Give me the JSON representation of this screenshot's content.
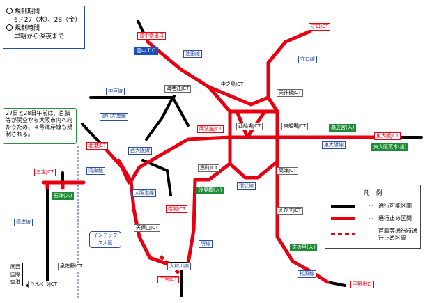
{
  "info": {
    "period_title": "規制期間",
    "period_dates": "6／27（木）、28（金）",
    "time_title": "規制時間",
    "time_value": "早朝から深夜まで"
  },
  "note": "27日と28日午前は、首脳等が関空から大阪市内へ向かうため、４号湾岸線も規制される。",
  "labels": {
    "toyonaka_exit": "豊中南出口",
    "toyonaka_ic": "豊中ＩＣ",
    "ikeda": "池田線",
    "moriguchi_jct": "守口JCT",
    "moriguchi": "守口線",
    "kobe": "神戸線",
    "tsumura_jct": "海老江JCT",
    "nakanoshima_jct": "中之島JCT",
    "tenjinbashi_jct": "天神橋JCT",
    "yodogawa": "淀川左岸線",
    "awaza_jct": "阿波座JCT",
    "nishisenba_jct": "西船場JCT",
    "higashisenba_jct": "東船場JCT",
    "morinomiya": "森之宮(入)",
    "higashiosaka_jct": "東大阪JCT",
    "higashiosaka_line": "東大阪線",
    "higashiosaka_arakimoto": "東大阪荒本(出)",
    "kitatsumori_jct": "北港JCT",
    "nishiosaka": "西大阪線",
    "wangan": "湾岸線",
    "minatomachi_jct": "湊町JCT",
    "shiomibashi": "汐見橋(入)",
    "kanjo": "環状線",
    "koraibashi_jct": "高津JCT",
    "hakusen": "大阪港線",
    "tempozan_jct": "天保山JCT",
    "namba_jct": "南開JCT",
    "sakai": "堺線",
    "ebisu_jct": "えびすJCT",
    "intex": "インテックス大阪",
    "bunnosato": "文の里(入)",
    "matsubara": "松原線",
    "yamato": "大和川線",
    "mihara_jct": "三宝JCT",
    "hirano_exit": "平野出口",
    "sanbo_jct": "三宝JCT",
    "ishizu": "石津(入)",
    "wangan_left": "湾岸線",
    "izumisano_jct": "泉佐野JCT",
    "kansai_airport": "関西国際空港",
    "rinku_jct": "りんくうJCT"
  },
  "legend": {
    "title": "凡　例",
    "dots": "…",
    "black": "通行可能区間",
    "red": "通行止め区間",
    "dash": "首脳等通行時通行止め区間"
  },
  "colors": {
    "closed": "#e60012",
    "open": "#000000",
    "route_label": "#2b4f9e",
    "ramp": "#1e8b35"
  }
}
